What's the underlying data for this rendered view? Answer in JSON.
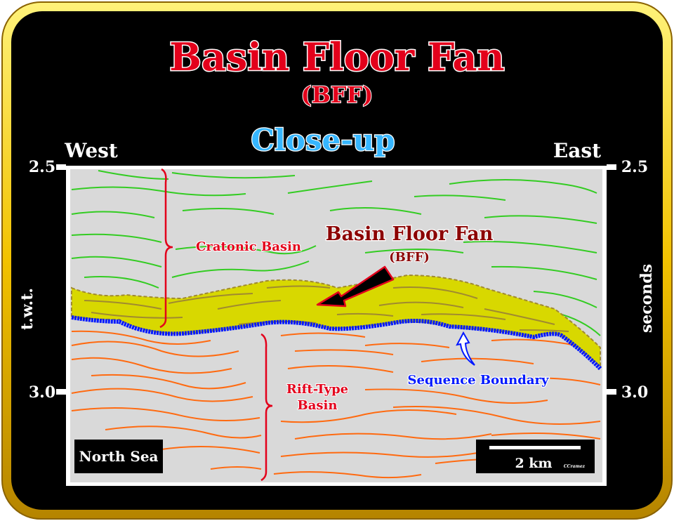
{
  "title": "Basin Floor Fan",
  "subtitle": "(BFF)",
  "closeup_label": "Close-up",
  "direction": {
    "left": "West",
    "right": "East"
  },
  "axis": {
    "left_label": "t.w.t.",
    "right_label": "seconds",
    "ticks": [
      "2.5",
      "3.0"
    ]
  },
  "annotations": {
    "cratonic_basin": "Cratonic Basin",
    "rift_type_basin_line1": "Rift-Type",
    "rift_type_basin_line2": "Basin",
    "bff_title": "Basin Floor Fan",
    "bff_abbrev": "(BFF)",
    "sequence_boundary": "Sequence Boundary"
  },
  "location_label": "North Sea",
  "scale_bar": {
    "label": "2 km",
    "credit": "CCramez"
  },
  "colors": {
    "frame_gold": "#f2c200",
    "background": "#000000",
    "panel": "#d9d9d9",
    "title_red": "#e3001b",
    "closeup_blue": "#36b6ff",
    "green_reflectors": "#33cc22",
    "orange_reflectors": "#ff6a10",
    "fan_fill": "#d8d800",
    "fan_internal": "#a08a30",
    "sequence_boundary": "#0018ff"
  }
}
